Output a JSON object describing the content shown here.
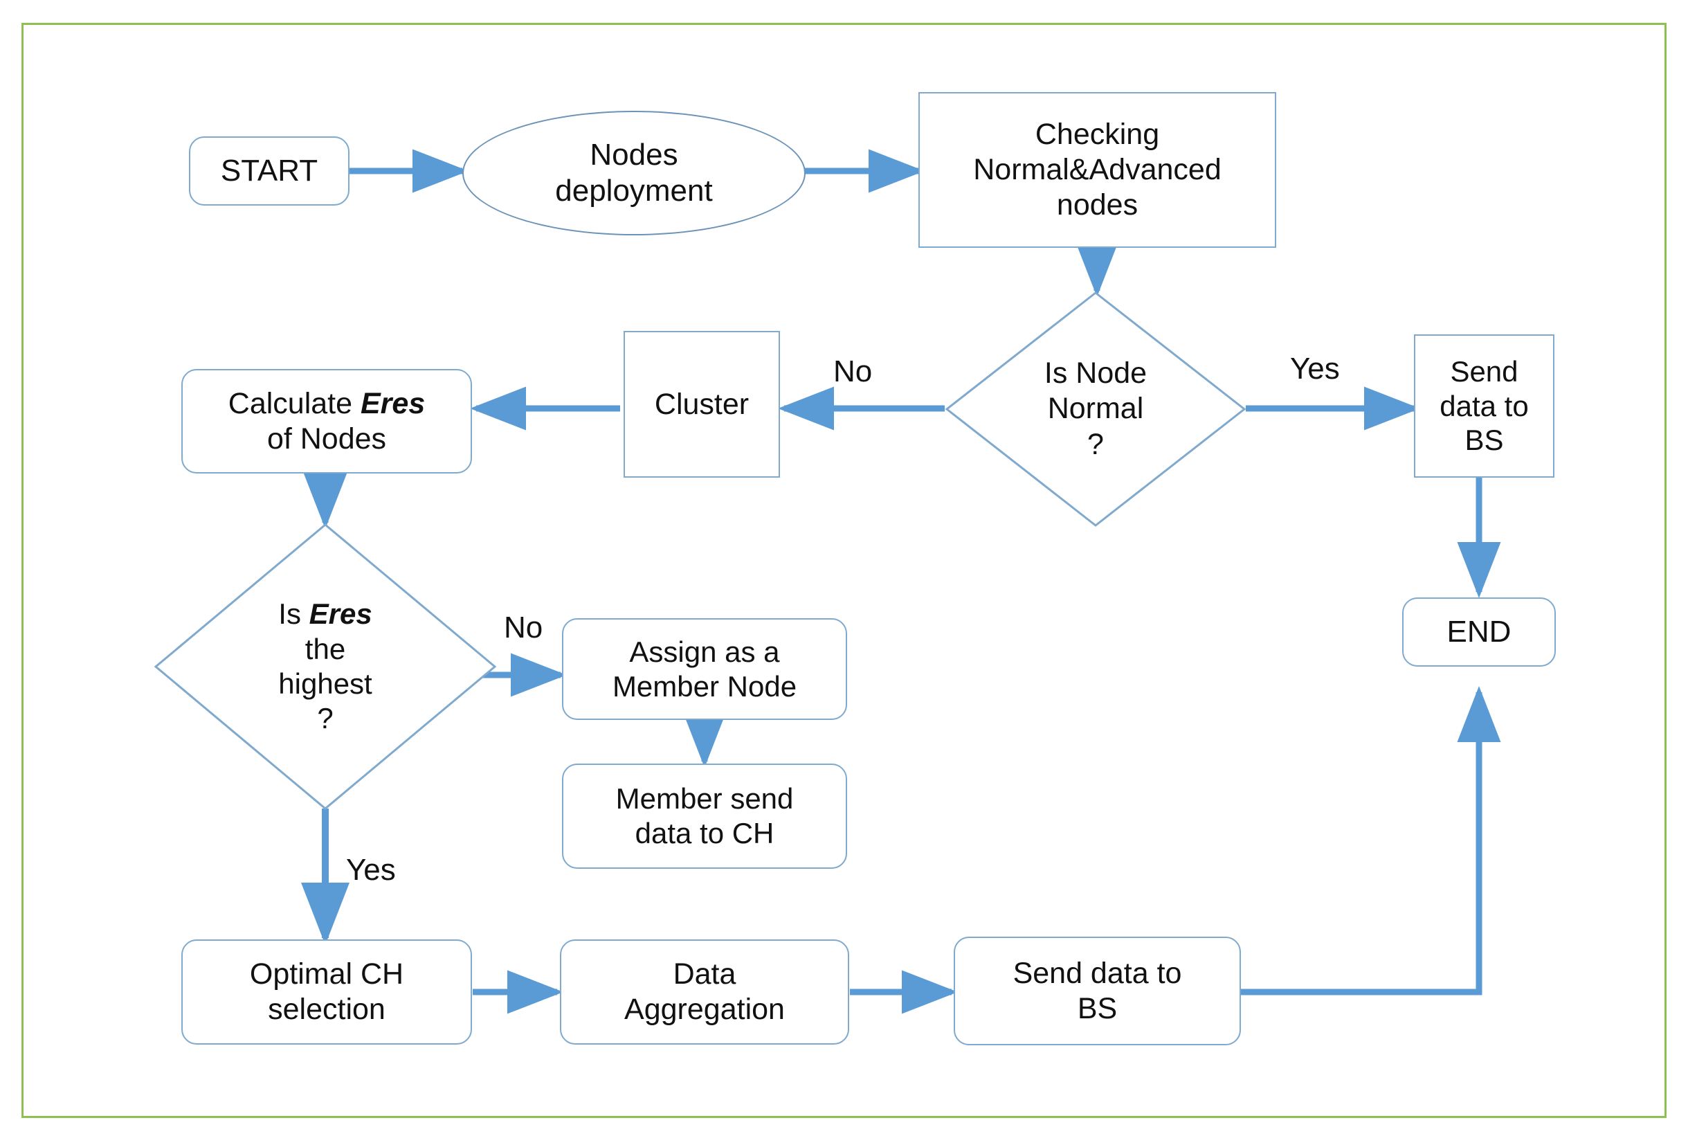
{
  "figure": {
    "type": "flowchart",
    "title": "WSN cluster head selection and data transmission flowchart",
    "frame_color": "#8cc152",
    "shape_border_color": "#7fa9cd",
    "arrow_color": "#5b9bd5",
    "background": "#ffffff"
  },
  "nodes": {
    "start": {
      "label": "START",
      "shape": "rounded-rectangle"
    },
    "nodes_deployment": {
      "line1": "Nodes",
      "line2": "deployment",
      "shape": "ellipse"
    },
    "checking_nodes": {
      "line1": "Checking",
      "line2": "Normal&Advanced",
      "line3": "nodes",
      "shape": "rectangle"
    },
    "is_node_normal": {
      "line1": "Is Node",
      "line2": "Normal",
      "line3": "?",
      "shape": "diamond"
    },
    "send_data_to_bs_top": {
      "line1": "Send",
      "line2": "data to",
      "line3": "BS",
      "shape": "rectangle"
    },
    "end": {
      "label": "END",
      "shape": "rounded-rectangle"
    },
    "cluster": {
      "label": "Cluster",
      "shape": "rectangle"
    },
    "calculate_eres": {
      "line1_prefix": "Calculate ",
      "line1_term": "Eres",
      "line2": "of Nodes",
      "shape": "rounded-rectangle"
    },
    "is_eres_highest": {
      "line1_prefix": "Is ",
      "line1_term": "Eres",
      "line2": "the",
      "line3": "highest",
      "line4": "?",
      "shape": "diamond"
    },
    "assign_member_node": {
      "line1": "Assign as a",
      "line2": "Member Node",
      "shape": "rounded-rectangle"
    },
    "member_send_data": {
      "line1": "Member send",
      "line2": "data to CH",
      "shape": "rounded-rectangle"
    },
    "optimal_ch_selection": {
      "line1": "Optimal CH",
      "line2": "selection",
      "shape": "rounded-rectangle"
    },
    "data_aggregation": {
      "line1": "Data",
      "line2": "Aggregation",
      "shape": "rounded-rectangle"
    },
    "send_data_to_bs_bottom": {
      "line1": "Send data to",
      "line2": "BS",
      "shape": "rounded-rectangle"
    }
  },
  "edge_labels": {
    "node_normal_no": "No",
    "node_normal_yes": "Yes",
    "eres_highest_no": "No",
    "eres_highest_yes": "Yes"
  },
  "edges": [
    {
      "from": "start",
      "to": "nodes_deployment",
      "label": ""
    },
    {
      "from": "nodes_deployment",
      "to": "checking_nodes",
      "label": ""
    },
    {
      "from": "checking_nodes",
      "to": "is_node_normal",
      "label": ""
    },
    {
      "from": "is_node_normal",
      "to": "send_data_to_bs_top",
      "label": "Yes"
    },
    {
      "from": "is_node_normal",
      "to": "cluster",
      "label": "No"
    },
    {
      "from": "send_data_to_bs_top",
      "to": "end",
      "label": ""
    },
    {
      "from": "cluster",
      "to": "calculate_eres",
      "label": ""
    },
    {
      "from": "calculate_eres",
      "to": "is_eres_highest",
      "label": ""
    },
    {
      "from": "is_eres_highest",
      "to": "assign_member_node",
      "label": "No"
    },
    {
      "from": "is_eres_highest",
      "to": "optimal_ch_selection",
      "label": "Yes"
    },
    {
      "from": "assign_member_node",
      "to": "member_send_data",
      "label": ""
    },
    {
      "from": "optimal_ch_selection",
      "to": "data_aggregation",
      "label": ""
    },
    {
      "from": "data_aggregation",
      "to": "send_data_to_bs_bottom",
      "label": ""
    },
    {
      "from": "send_data_to_bs_bottom",
      "to": "end",
      "label": ""
    }
  ]
}
